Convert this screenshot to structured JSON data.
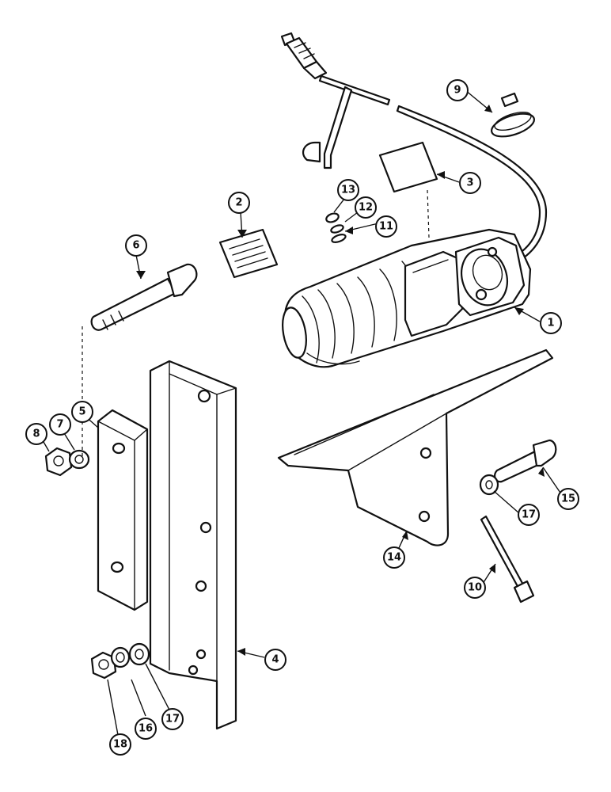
{
  "callouts": [
    {
      "id": "c1",
      "label": "1"
    },
    {
      "id": "c2",
      "label": "2"
    },
    {
      "id": "c3",
      "label": "3"
    },
    {
      "id": "c4",
      "label": "4"
    },
    {
      "id": "c5",
      "label": "5"
    },
    {
      "id": "c6",
      "label": "6"
    },
    {
      "id": "c7",
      "label": "7"
    },
    {
      "id": "c8",
      "label": "8"
    },
    {
      "id": "c9",
      "label": "9"
    },
    {
      "id": "c10",
      "label": "10"
    },
    {
      "id": "c11",
      "label": "11"
    },
    {
      "id": "c12",
      "label": "12"
    },
    {
      "id": "c13",
      "label": "13"
    },
    {
      "id": "c14",
      "label": "14"
    },
    {
      "id": "c15",
      "label": "15"
    },
    {
      "id": "c16",
      "label": "16"
    },
    {
      "id": "c17a",
      "label": "17"
    },
    {
      "id": "c17b",
      "label": "17"
    },
    {
      "id": "c18",
      "label": "18"
    }
  ],
  "colors": {
    "ink": "#111111",
    "paper": "#ffffff"
  }
}
